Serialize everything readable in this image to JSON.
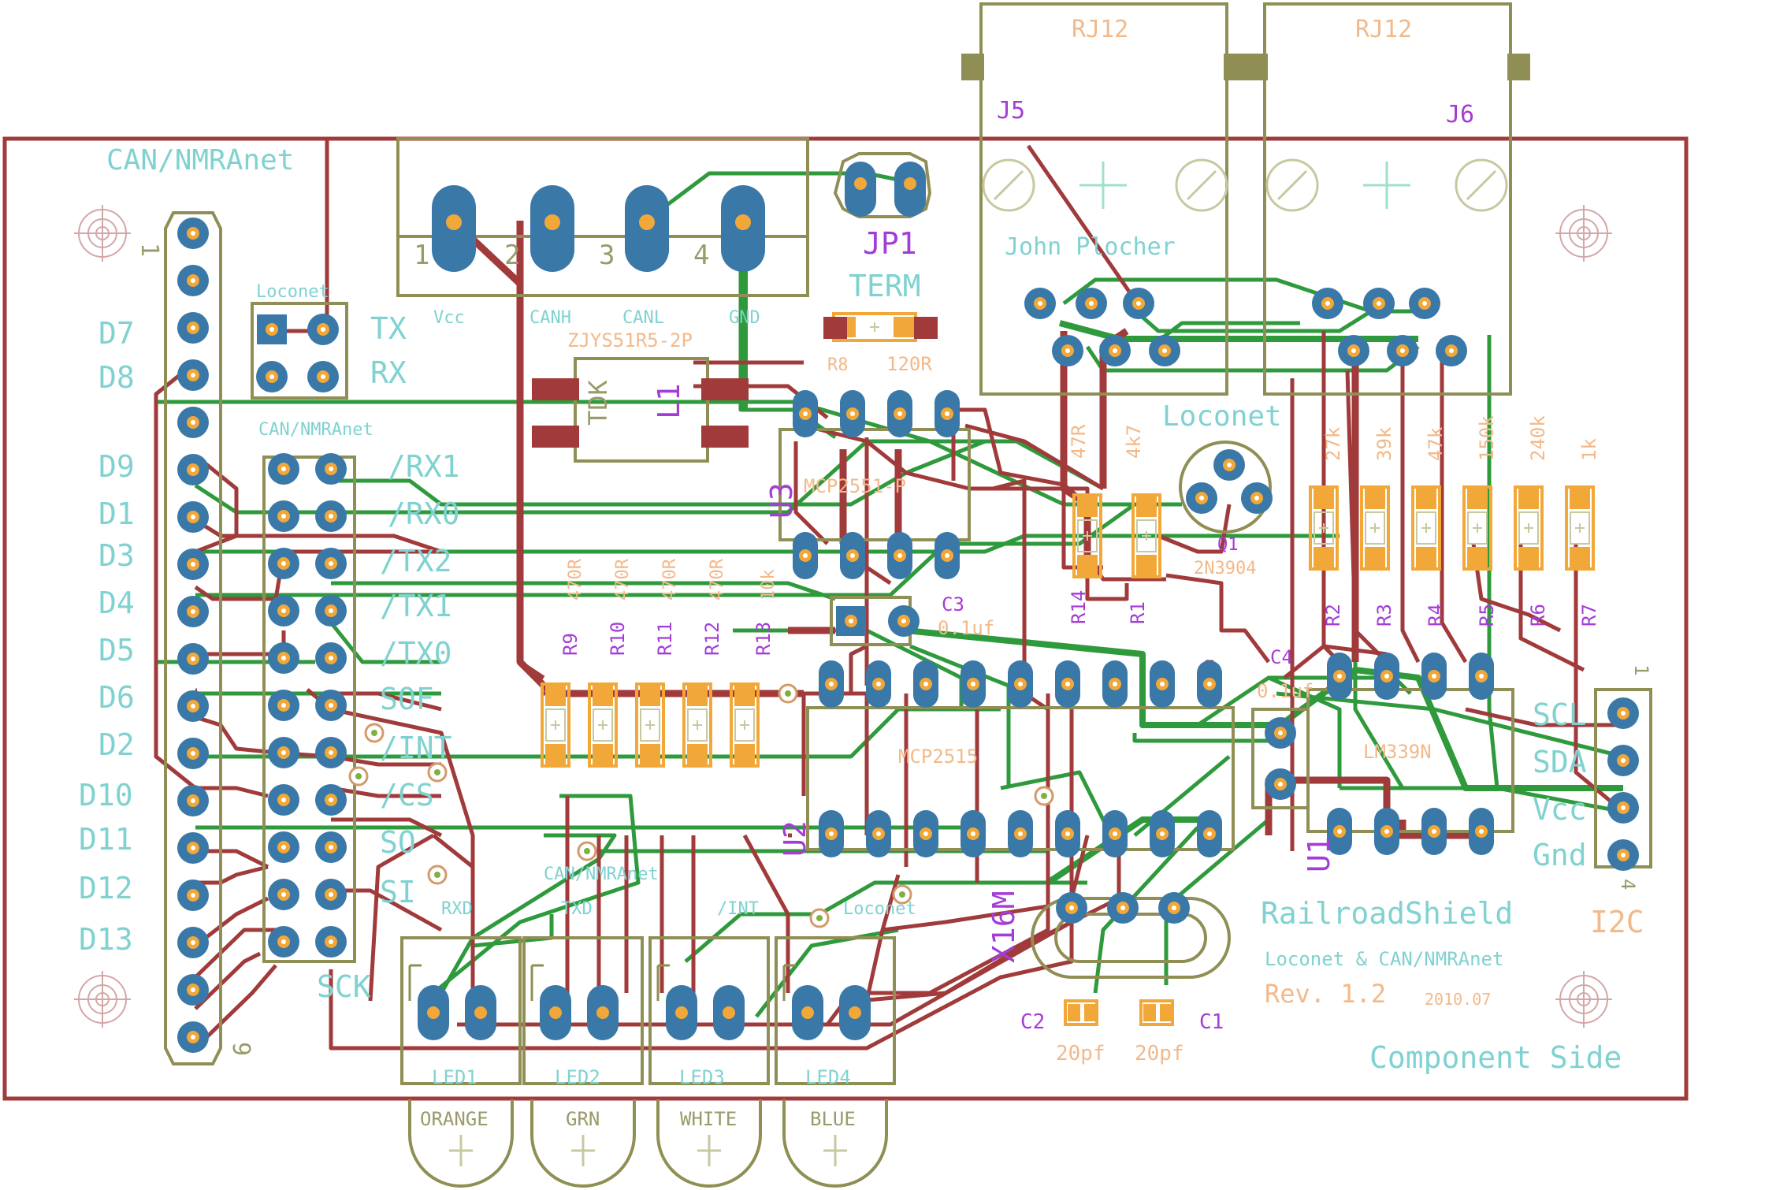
{
  "colors": {
    "background": "#ffffff",
    "board_outline": "#a13a3a",
    "trace_top": "#a13a3a",
    "trace_bottom": "#2e9a3c",
    "pad": "#3a78a8",
    "pad_inner": "#f2a838",
    "silk_cyan": "#7fd2d0",
    "silk_purple": "#a43cd6",
    "silk_orange": "#f2b98a",
    "package_outline": "#8f8f55",
    "smd_pad": "#f2a838"
  },
  "board": {
    "title": "CAN/NMRAnet",
    "shield_name": "RailroadShield",
    "subtitle": "Loconet & CAN/NMRAnet",
    "revision": "Rev. 1.2",
    "date": "2010.07",
    "side": "Component Side",
    "author": "John Plocher"
  },
  "arduino_header": {
    "pin_first": "1",
    "pin_last": "9",
    "labels": [
      "D7",
      "D8",
      "D9",
      "D1",
      "D3",
      "D4",
      "D5",
      "D6",
      "D2",
      "D10",
      "D11",
      "D12",
      "D13"
    ]
  },
  "can_header": {
    "name": "CAN/NMRAnet",
    "labels": [
      "/RX1",
      "/RX0",
      "/TX2",
      "/TX1",
      "/TX0",
      "SOF",
      "/INT",
      "/CS",
      "SO",
      "SI",
      "SCK"
    ]
  },
  "loconet_jumper": {
    "name": "Loconet",
    "labels": [
      "TX",
      "RX"
    ]
  },
  "terminal_block": {
    "part": "ZJYS51R5-2P",
    "pins": [
      "1",
      "2",
      "3",
      "4"
    ],
    "pin_labels": [
      "Vcc",
      "CANH",
      "CANL",
      "GND"
    ]
  },
  "choke": {
    "ref": "L1",
    "mfr": "TDK"
  },
  "jumper": {
    "ref": "JP1",
    "name": "TERM"
  },
  "r8": {
    "ref": "R8",
    "value": "120R"
  },
  "u3": {
    "ref": "U3",
    "part": "MCP2551-P"
  },
  "c3": {
    "ref": "C3",
    "value": "0.1uf"
  },
  "resistor_bank": {
    "refs": [
      "R9",
      "R10",
      "R11",
      "R12",
      "R13"
    ],
    "values": [
      "470R",
      "470R",
      "470R",
      "470R",
      "10k"
    ]
  },
  "r14": {
    "ref": "R14",
    "value": "47R"
  },
  "r1": {
    "ref": "R1",
    "value": "4k7"
  },
  "q1": {
    "ref": "Q1",
    "part": "2N3904"
  },
  "divider": {
    "refs": [
      "R2",
      "R3",
      "R4",
      "R5",
      "R6",
      "R7"
    ],
    "values": [
      "27k",
      "39k",
      "47k",
      "150k",
      "240k",
      "1k"
    ]
  },
  "c4": {
    "ref": "C4",
    "value": "0.1uf"
  },
  "u1": {
    "ref": "U1",
    "part": "LM339N"
  },
  "u2": {
    "ref": "U2",
    "part": "MCP2515"
  },
  "crystal": {
    "ref": "X16M"
  },
  "c1": {
    "ref": "C1",
    "value": "20pf"
  },
  "c2": {
    "ref": "C2",
    "value": "20pf"
  },
  "jacks": [
    {
      "ref": "J5",
      "type": "RJ12"
    },
    {
      "ref": "J6",
      "type": "RJ12"
    }
  ],
  "loconet_label": "Loconet",
  "i2c": {
    "name": "I2C",
    "pin_first": "1",
    "pin_last": "4",
    "labels": [
      "SCL",
      "SDA",
      "Vcc",
      "Gnd"
    ]
  },
  "leds": {
    "refs": [
      "LED1",
      "LED2",
      "LED3",
      "LED4"
    ],
    "colors": [
      "ORANGE",
      "GRN",
      "WHITE",
      "BLUE"
    ],
    "signal_labels": [
      "RXD",
      "TXD",
      "/INT",
      "Loconet"
    ],
    "group_label": "CAN/NMRAnet"
  }
}
